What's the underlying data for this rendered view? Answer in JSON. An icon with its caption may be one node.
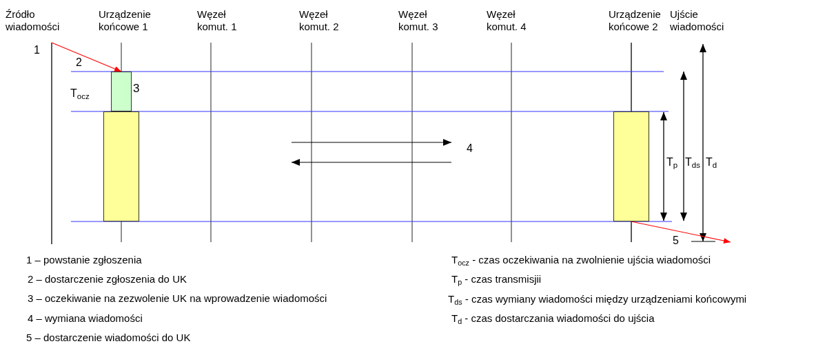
{
  "diagram": {
    "nodes": [
      {
        "text": [],
        "shape": "box",
        "beside": [
          "3"
        ]
      },
      {
        "text": [],
        "shape": "box"
      },
      {
        "text": [],
        "shape": "box"
      }
    ],
    "edges": [
      {
        "from": null,
        "to": 0,
        "arrow": "to"
      },
      {
        "from": 2,
        "to": null,
        "arrow": "to"
      }
    ],
    "labels": [
      "Źródło wiadomości",
      "Urządzenie końcowe 1",
      "Węzeł komut. 1",
      "Węzeł komut. 2",
      "Węzeł komut. 3",
      "Węzeł komut. 4",
      "Urządzenie końcowe 2",
      "Ujście wiadomości",
      "1",
      "2",
      "T$_{ocz}$",
      "4",
      "T$_{p}$",
      "T$_{ds}$",
      "T$_{d}$",
      "5",
      "1 – powstanie zgłoszenia",
      "2 – dostarczenie zgłoszenia do UK",
      "3 – oczekiwanie na zezwolenie UK na wprowadzenie wiadomości",
      "4 – wymiana wiadomości",
      "5 – dostarczenie wiadomości do UK",
      "T$_{ocz}$ - czas oczekiwania na zwolnienie ujścia wiadomości",
      "T$_{p}$ - czas transmisjii",
      "T$_{ds}$ - czas wymiany wiadomości między urządzeniami końcowymi",
      "T$_{d}$ - czas dostarczania wiadomości do ujścia"
    ]
  }
}
